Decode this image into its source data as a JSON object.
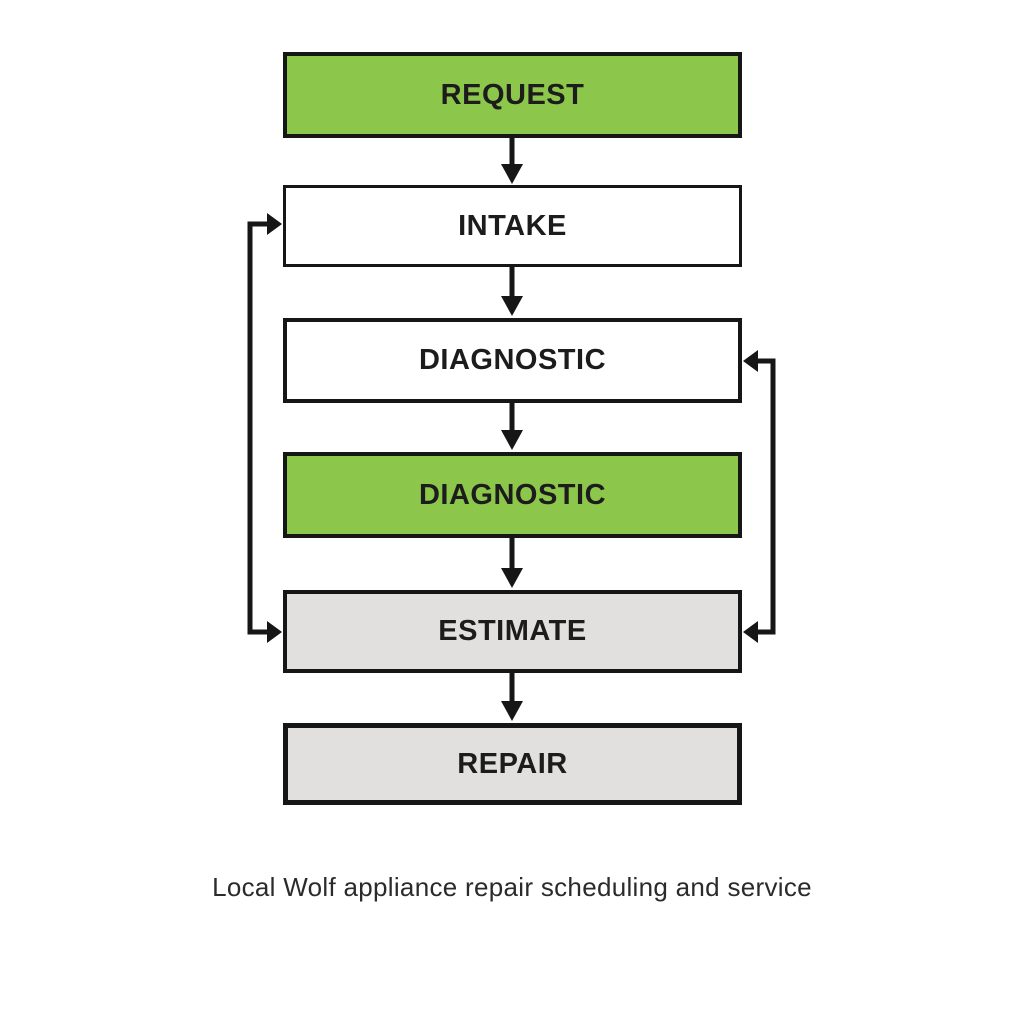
{
  "diagram": {
    "type": "flowchart",
    "nodes": [
      {
        "id": "request",
        "label": "REQUEST",
        "fill": "#8cc74b"
      },
      {
        "id": "intake",
        "label": "INTAKE",
        "fill": "#ffffff"
      },
      {
        "id": "diagnostic-1",
        "label": "DIAGNOSTIC",
        "fill": "#ffffff"
      },
      {
        "id": "diagnostic-2",
        "label": "DIAGNOSTIC",
        "fill": "#8cc74b"
      },
      {
        "id": "estimate",
        "label": "ESTIMATE",
        "fill": "#e1e0de"
      },
      {
        "id": "repair",
        "label": "REPAIR",
        "fill": "#e1e0de"
      }
    ],
    "edges": [
      {
        "from": "request",
        "to": "intake",
        "style": "straight-down"
      },
      {
        "from": "intake",
        "to": "diagnostic-1",
        "style": "straight-down"
      },
      {
        "from": "diagnostic-1",
        "to": "diagnostic-2",
        "style": "straight-down"
      },
      {
        "from": "diagnostic-2",
        "to": "estimate",
        "style": "straight-down"
      },
      {
        "from": "estimate",
        "to": "repair",
        "style": "straight-down"
      },
      {
        "endpoints": [
          "intake",
          "estimate"
        ],
        "style": "left-side-bracket",
        "arrowheads": "both-point-into-boxes"
      },
      {
        "endpoints": [
          "diagnostic-1",
          "estimate"
        ],
        "style": "right-side-bracket",
        "arrowheads": "both-point-into-boxes"
      }
    ],
    "colors": {
      "accent_green": "#8cc74b",
      "neutral_gray": "#e1e0de",
      "box_white": "#ffffff",
      "line_black": "#161616",
      "label_text": "#1c1c1c",
      "background": "#ffffff"
    }
  },
  "caption": {
    "text": "Local Wolf appliance repair scheduling and service"
  }
}
